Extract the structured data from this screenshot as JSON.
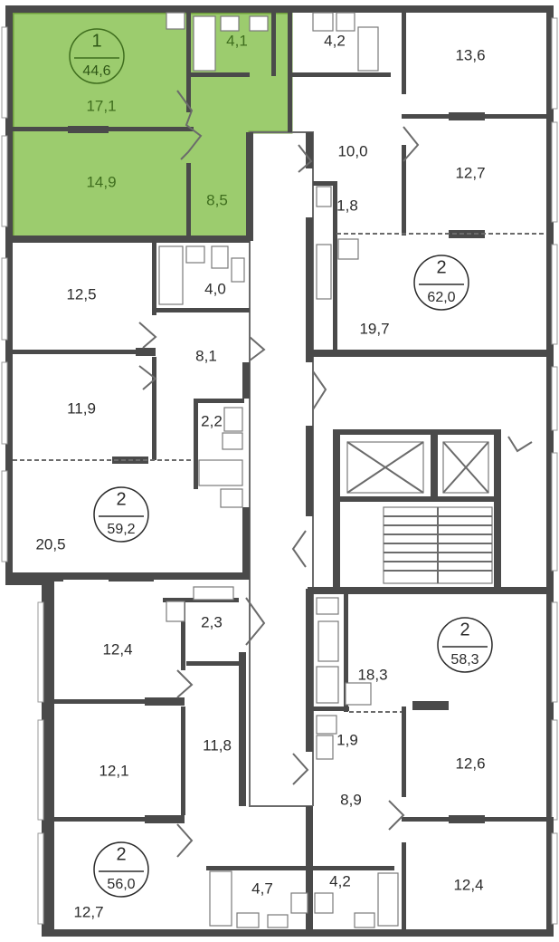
{
  "colors": {
    "highlight_fill": "#9ccc6e",
    "highlight_border": "#6e9e3c",
    "highlight_text": "#3f6e1e",
    "wall": "#4a4a4a",
    "text": "#2b2b2b"
  },
  "apartments": [
    {
      "rooms": "1",
      "area": "44,6",
      "highlighted": true
    },
    {
      "rooms": "2",
      "area": "62,0",
      "highlighted": false
    },
    {
      "rooms": "2",
      "area": "59,2",
      "highlighted": false
    },
    {
      "rooms": "2",
      "area": "58,3",
      "highlighted": false
    },
    {
      "rooms": "2",
      "area": "56,0",
      "highlighted": false
    }
  ],
  "room_labels": [
    "17,1",
    "14,9",
    "4,1",
    "8,5",
    "4,2",
    "13,6",
    "10,0",
    "12,7",
    "1,8",
    "19,7",
    "12,5",
    "4,0",
    "8,1",
    "11,9",
    "2,2",
    "20,5",
    "2,3",
    "12,4",
    "11,8",
    "12,1",
    "12,7",
    "18,3",
    "1,9",
    "12,6",
    "8,9",
    "4,7",
    "4,2",
    "12,4"
  ]
}
